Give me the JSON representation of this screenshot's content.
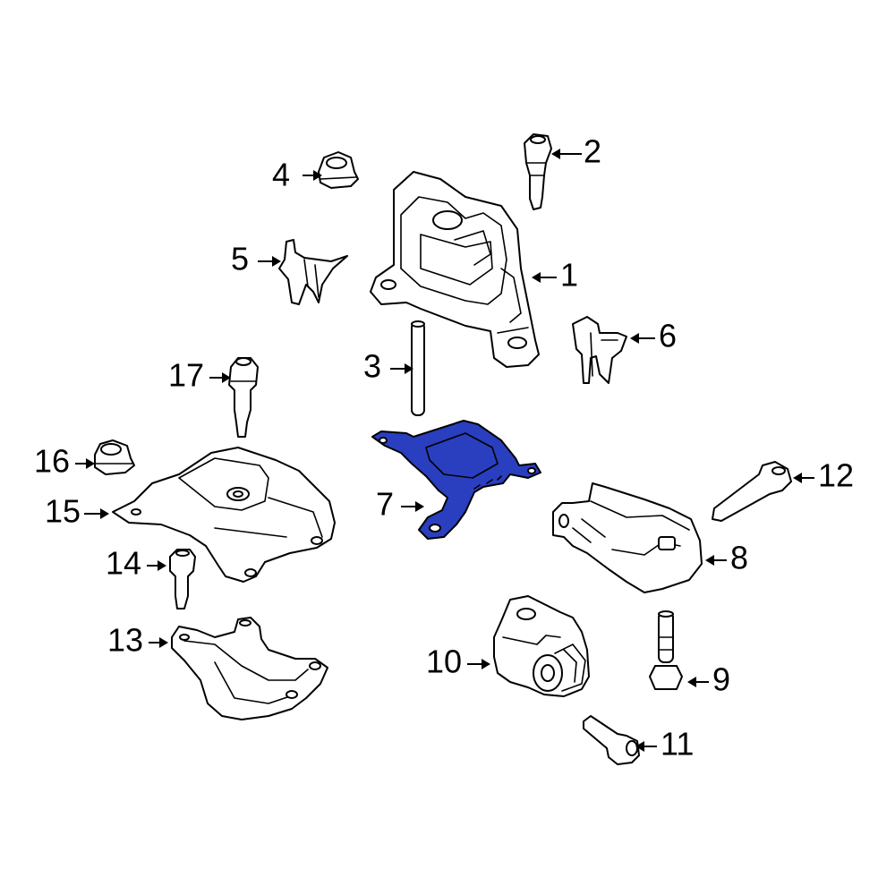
{
  "diagram": {
    "highlight_color": "#2a3fbf",
    "highlighted_part": "7",
    "callouts": [
      "1",
      "2",
      "3",
      "4",
      "5",
      "6",
      "7",
      "8",
      "9",
      "10",
      "11",
      "12",
      "13",
      "14",
      "15",
      "16",
      "17"
    ]
  }
}
